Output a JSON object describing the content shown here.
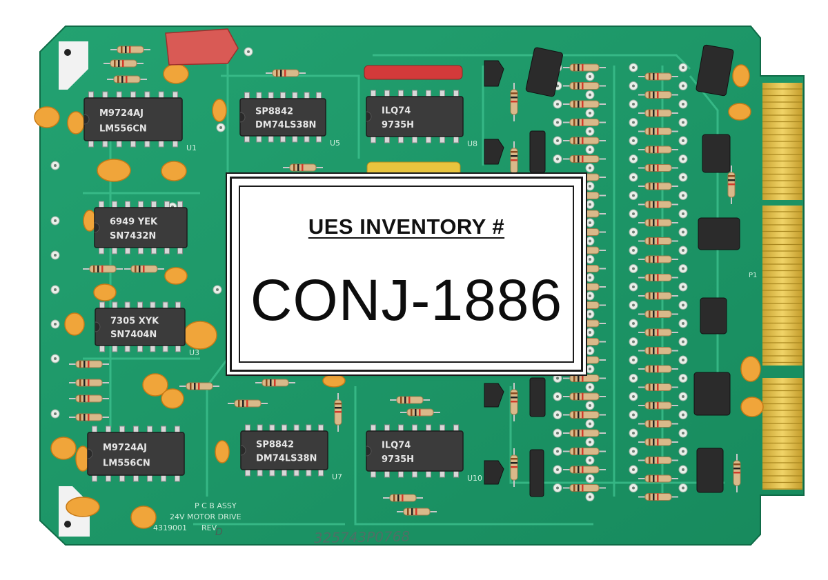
{
  "label": {
    "heading": "UES INVENTORY #",
    "inventory_id": "CONJ-1886"
  },
  "board": {
    "assembly_text": "P C B ASSY",
    "drive_text": "24V MOTOR DRIVE",
    "part_number": "4319001",
    "rev_text": "REV",
    "rev_letter": "D",
    "handwritten_serial": "325743P0768",
    "edge_connector_ref": "P1"
  },
  "chips": [
    {
      "id": "chip-u1",
      "top_text": "M9724AJ",
      "bottom_text": "LM556CN",
      "ref": "U1"
    },
    {
      "id": "chip-u5",
      "top_text": "SP8842",
      "bottom_text": "DM74LS38N",
      "ref": "U5"
    },
    {
      "id": "chip-u8",
      "top_text": "ILQ74",
      "bottom_text": "9735H",
      "ref": "U8"
    },
    {
      "id": "chip-u2",
      "top_text": "6949 YEK",
      "bottom_text": "SN7432N",
      "ref": ""
    },
    {
      "id": "chip-u3",
      "top_text": "7305 XYK",
      "bottom_text": "SN7404N",
      "ref": "U3"
    },
    {
      "id": "chip-u4",
      "top_text": "M9724AJ",
      "bottom_text": "LM556CN",
      "ref": ""
    },
    {
      "id": "chip-u7",
      "top_text": "SP8842",
      "bottom_text": "DM74LS38N",
      "ref": "U7"
    },
    {
      "id": "chip-u10",
      "top_text": "ILQ74",
      "bottom_text": "9735H",
      "ref": "U10"
    }
  ],
  "colors": {
    "pcb": "#1f9a6a",
    "trace": "#35b886",
    "chip": "#3a3a3a",
    "gold": "#e3c04a",
    "capacitor": "#f0a53a",
    "red_cap": "#d64a4a"
  }
}
